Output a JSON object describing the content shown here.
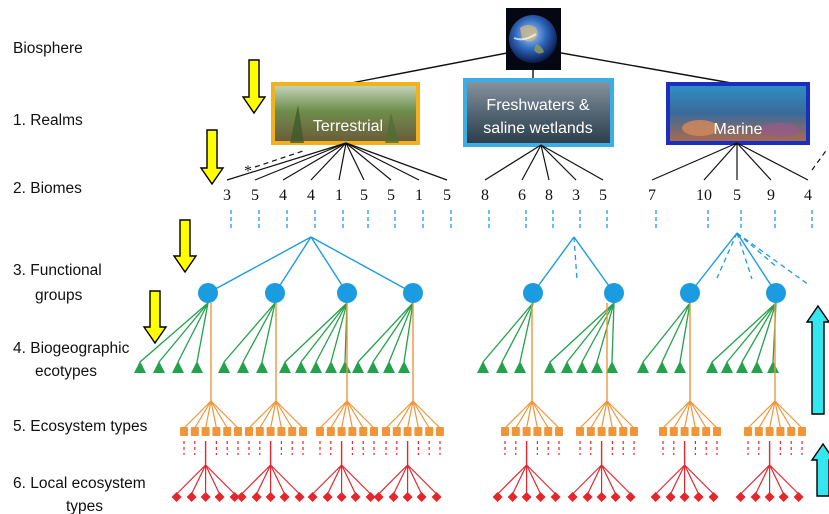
{
  "levels": {
    "biosphere": "Biosphere",
    "realms": "1. Realms",
    "biomes": "2. Biomes",
    "functional_1": "3. Functional",
    "functional_2": "groups",
    "biogeo_1": "4. Biogeographic",
    "biogeo_2": "ecotypes",
    "ecosystem_types": "5. Ecosystem types",
    "local_1": "6. Local ecosystem",
    "local_2": "types"
  },
  "realms": {
    "terrestrial": "Terrestrial",
    "freshwater_1": "Freshwaters &",
    "freshwater_2": "saline wetlands",
    "marine": "Marine"
  },
  "biome_counts": {
    "terrestrial": [
      "3",
      "5",
      "4",
      "4",
      "1",
      "5",
      "5",
      "1",
      "5"
    ],
    "freshwater": [
      "8",
      "6",
      "8",
      "3",
      "5"
    ],
    "marine": [
      "7",
      "10",
      "5",
      "9",
      "4"
    ]
  },
  "asterisk": "*",
  "colors": {
    "terrestrial_frame": "#f2b21d",
    "freshwater_frame": "#3aaee6",
    "marine_frame": "#1b2fbf",
    "functional": "#1c9ce0",
    "biogeographic": "#22a24a",
    "ecosystem": "#f0953a",
    "local": "#e5262c",
    "down_arrow": "#ffff00",
    "up_arrow": "#33e6f0"
  },
  "icons": [
    "earth-image",
    "down-arrow-icon",
    "up-arrow-icon"
  ]
}
